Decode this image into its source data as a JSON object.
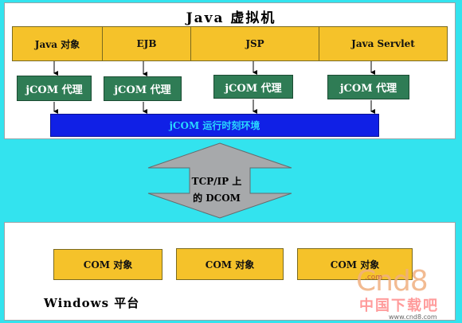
{
  "jvm": {
    "title": "Java 虚拟机",
    "components": [
      "Java 对象",
      "EJB",
      "JSP",
      "Java Servlet"
    ],
    "proxies": [
      "jCOM 代理",
      "jCOM 代理",
      "jCOM 代理",
      "jCOM 代理"
    ],
    "runtime": "jCOM 运行时刻环境"
  },
  "link": {
    "line1": "TCP/IP 上",
    "line2": "的 DCOM"
  },
  "windows": {
    "label": "Windows 平台",
    "com_objects": [
      "COM 对象",
      "COM 对象",
      "COM 对象"
    ]
  },
  "watermark": {
    "logo": "Cnd8",
    "dotcom": ".com",
    "cn": "中国下载吧",
    "url": "www.cnd8.com"
  },
  "colors": {
    "background": "#33e3ee",
    "component": "#f5c22a",
    "proxy": "#2f7c55",
    "runtime": "#1020e6",
    "runtime_text": "#29d8ff",
    "arrow": "#a7a9ab"
  }
}
